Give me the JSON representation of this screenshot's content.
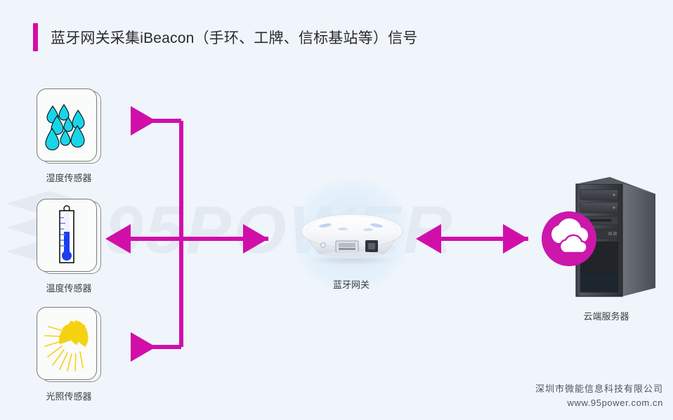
{
  "header": {
    "title": "蓝牙网关采集iBeacon（手环、工牌、信标基站等）信号",
    "accent_color": "#d10fa8"
  },
  "canvas": {
    "background_color": "#eff5fb",
    "watermark_text": "95POWER",
    "watermark_color": "#e3eaf2"
  },
  "sensors": [
    {
      "label": "湿度传感器",
      "icon": "water-drops-icon",
      "icon_color": "#1ad5e8"
    },
    {
      "label": "温度传感器",
      "icon": "thermometer-icon",
      "icon_color": "#1a3ff0"
    },
    {
      "label": "光照传感器",
      "icon": "sun-icon",
      "icon_color": "#f5d211"
    }
  ],
  "gateway": {
    "label": "蓝牙网关",
    "icon": "bluetooth-gateway-device"
  },
  "server": {
    "label": "云端服务器",
    "icon": "cloud-icon",
    "badge_color": "#cc17aa",
    "device": "tower-server"
  },
  "arrows": {
    "color": "#d10fa8",
    "links": [
      {
        "name": "gateway-to-humidity-sensor",
        "direction": "left"
      },
      {
        "name": "gateway-to-temperature-sensor",
        "direction": "both"
      },
      {
        "name": "gateway-to-light-sensor",
        "direction": "left"
      },
      {
        "name": "gateway-to-cloud-server",
        "direction": "both"
      }
    ]
  },
  "footer": {
    "company": "深圳市微能信息科技有限公司",
    "website": "www.95power.com.cn"
  }
}
